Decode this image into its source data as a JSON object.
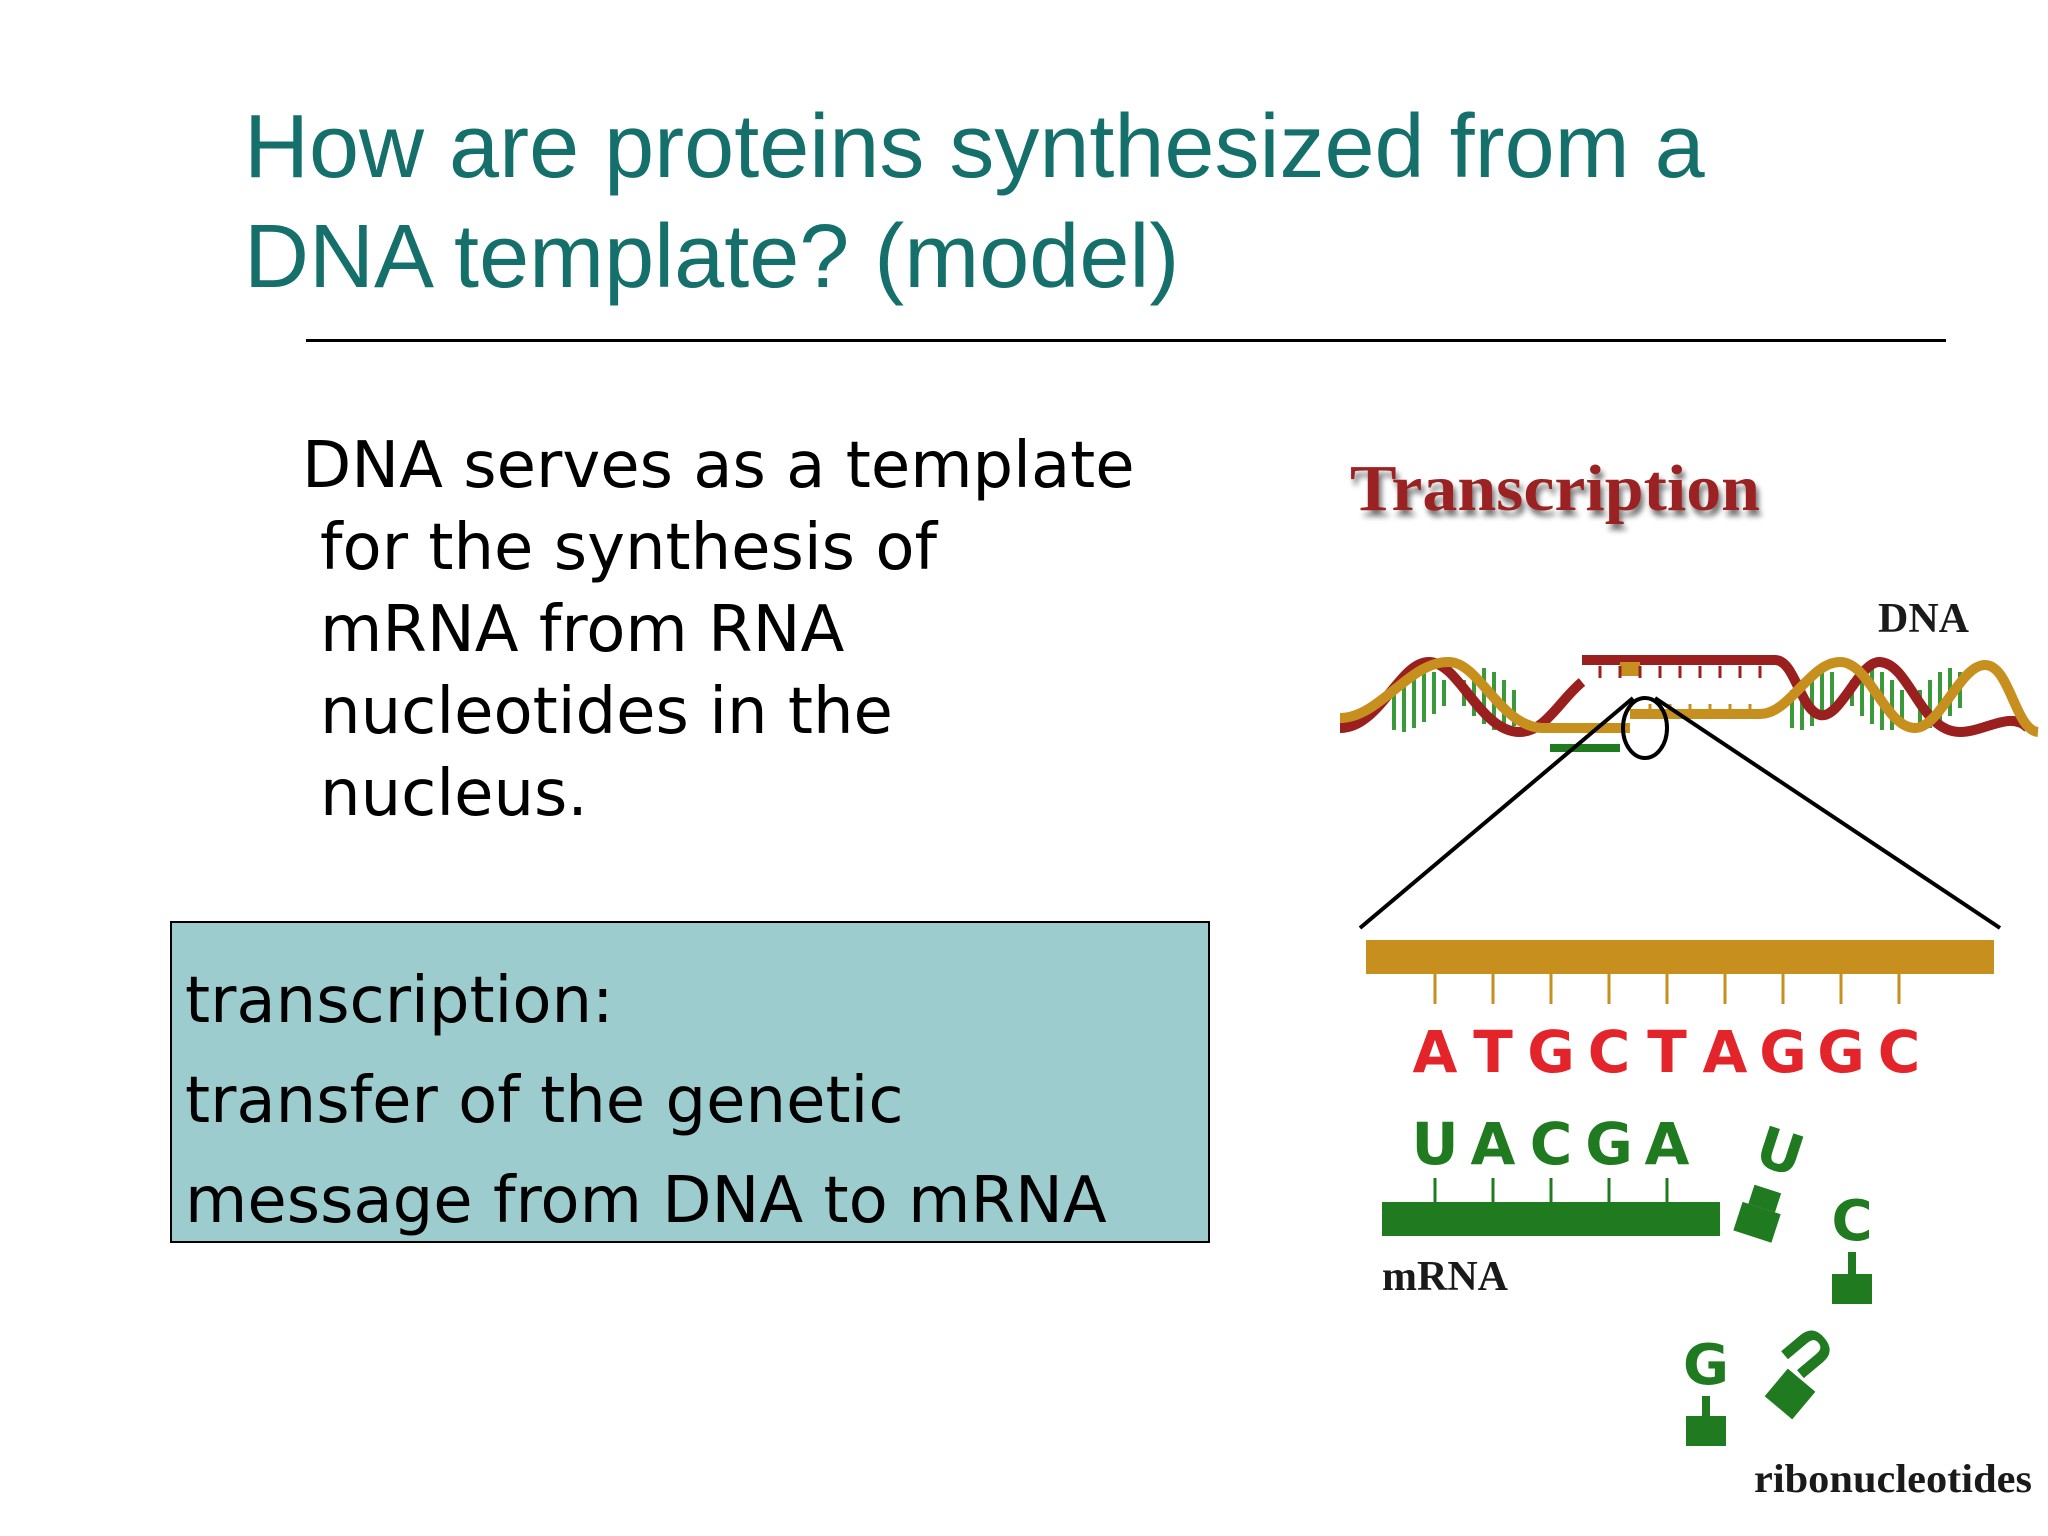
{
  "slide": {
    "title_lines": [
      "How are proteins synthesized from a",
      "DNA template? (model)"
    ],
    "body_lines": [
      "DNA serves as a template",
      "for the synthesis of",
      "mRNA from RNA",
      "nucleotides in the",
      "nucleus."
    ],
    "definition_lines": [
      "transcription:",
      "transfer of the genetic",
      "message from DNA to mRNA"
    ]
  },
  "diagram": {
    "heading": "Transcription",
    "dna_label": "DNA",
    "template_bases": [
      "A",
      "T",
      "G",
      "C",
      "T",
      "A",
      "G",
      "G",
      "C"
    ],
    "mrna_bases": [
      "U",
      "A",
      "C",
      "G",
      "A"
    ],
    "free_bases": [
      "U",
      "C",
      "U",
      "G"
    ],
    "mrna_label": "mRNA",
    "ribo_label": "ribonucleotides"
  },
  "colors": {
    "title": "#15706c",
    "box_fill": "#9ccccd",
    "dna_gold": "#c7901e",
    "dna_red": "#9a2020",
    "mrna_green": "#1f7a20",
    "template_base": "#e3252b"
  }
}
